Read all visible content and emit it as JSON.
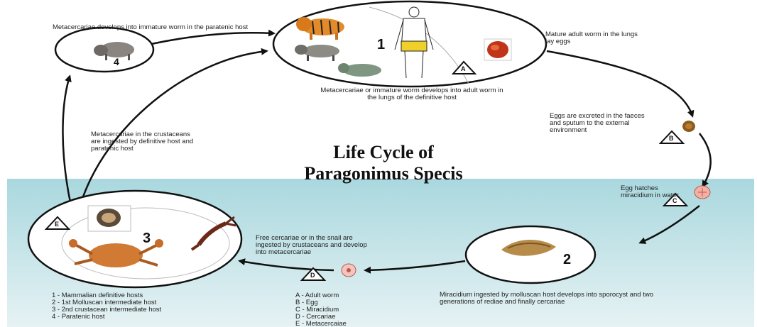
{
  "title": {
    "line1": "Life Cycle of",
    "line2": "Paragonimus Specis"
  },
  "stages": {
    "s1": "1",
    "s2": "2",
    "s3": "3",
    "s4": "4"
  },
  "letters": {
    "a": "A",
    "b": "B",
    "c": "C",
    "d": "D",
    "e": "E"
  },
  "captions": {
    "paratenic": "Metacercariae develops into immature worm in the paratenic host",
    "mature": "Mature adult worm in the lungs lay eggs",
    "definitive": "Metacercariae or immature worm develops into adult worm in the lungs of the definitive host",
    "eggs": "Eggs are excreted in the faeces and sputum to the external environment",
    "ingested": "Metacercariae in the crustaceans are ingested by definitive host and paratenic host",
    "hatch": "Egg hatches miracidium in water",
    "free": "Free cercariae or in the snail are ingested by crustaceans and develop into metacercariae",
    "miracidium": "Miracidium ingested by molluscan host develops into sporocyst and two generations of rediae and finally cercariae"
  },
  "legend_numbers": [
    "1 - Mammalian definitive hosts",
    "2 - 1st Molluscan intermediate host",
    "3 - 2nd crustacean intermediate host",
    "4 - Paratenic host"
  ],
  "legend_letters": [
    "A - Adult worm",
    "B - Egg",
    "C - Miracidium",
    "D - Cercariae",
    "E - Metacercaiae"
  ],
  "colors": {
    "water_top": "#a9d8de",
    "water_bottom": "#e3f1f3",
    "line": "#111111"
  }
}
